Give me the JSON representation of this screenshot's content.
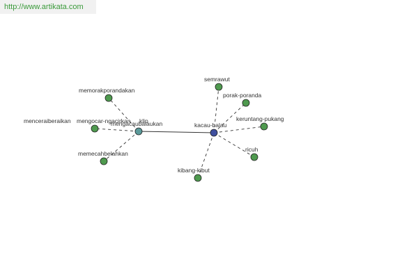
{
  "watermark": {
    "url": "http://www.artikata.com"
  },
  "colors": {
    "center_main": "#3f4f9e",
    "center_secondary": "#5b9a9a",
    "leaf": "#4f9a4f",
    "edge": "#333333"
  },
  "graph": {
    "nodes": [
      {
        "id": "kacau-balau",
        "label": "kacau-balau",
        "kind": "center_main"
      },
      {
        "id": "mengacaubalaukan",
        "label": "mengacaubalaukan",
        "kind": "center_secondary"
      },
      {
        "id": "semrawut",
        "label": "semrawut",
        "kind": "leaf"
      },
      {
        "id": "porak-poranda",
        "label": "porak-poranda",
        "kind": "leaf"
      },
      {
        "id": "keruntang-pukang",
        "label": "keruntang-pukang",
        "kind": "leaf"
      },
      {
        "id": "ricuh",
        "label": "ricuh",
        "kind": "leaf"
      },
      {
        "id": "kibang-kibut",
        "label": "kibang-kibut",
        "kind": "leaf"
      },
      {
        "id": "memorakporandakan",
        "label": "memorakporandakan",
        "kind": "leaf"
      },
      {
        "id": "menceraiberaikan",
        "label": "menceraiberaikan",
        "kind": "leaf"
      },
      {
        "id": "mengocar-ngacirkan",
        "label": "mengocar-ngacirkan",
        "kind": "leaf"
      },
      {
        "id": "klip",
        "label": "klip",
        "kind": "leaf"
      },
      {
        "id": "memecahbelahkan",
        "label": "memecahbelahkan",
        "kind": "leaf"
      }
    ],
    "edges": [
      {
        "from": "mengacaubalaukan",
        "to": "kacau-balau",
        "style": "solid"
      },
      {
        "from": "kacau-balau",
        "to": "semrawut",
        "style": "dashed"
      },
      {
        "from": "kacau-balau",
        "to": "porak-poranda",
        "style": "dashed"
      },
      {
        "from": "kacau-balau",
        "to": "keruntang-pukang",
        "style": "dashed"
      },
      {
        "from": "kacau-balau",
        "to": "ricuh",
        "style": "dashed"
      },
      {
        "from": "kacau-balau",
        "to": "kibang-kibut",
        "style": "dashed"
      },
      {
        "from": "mengacaubalaukan",
        "to": "memorakporandakan",
        "style": "dashed"
      },
      {
        "from": "mengacaubalaukan",
        "to": "menceraiberaikan",
        "style": "dashed"
      },
      {
        "from": "mengacaubalaukan",
        "to": "memecahbelahkan",
        "style": "dashed"
      }
    ]
  }
}
